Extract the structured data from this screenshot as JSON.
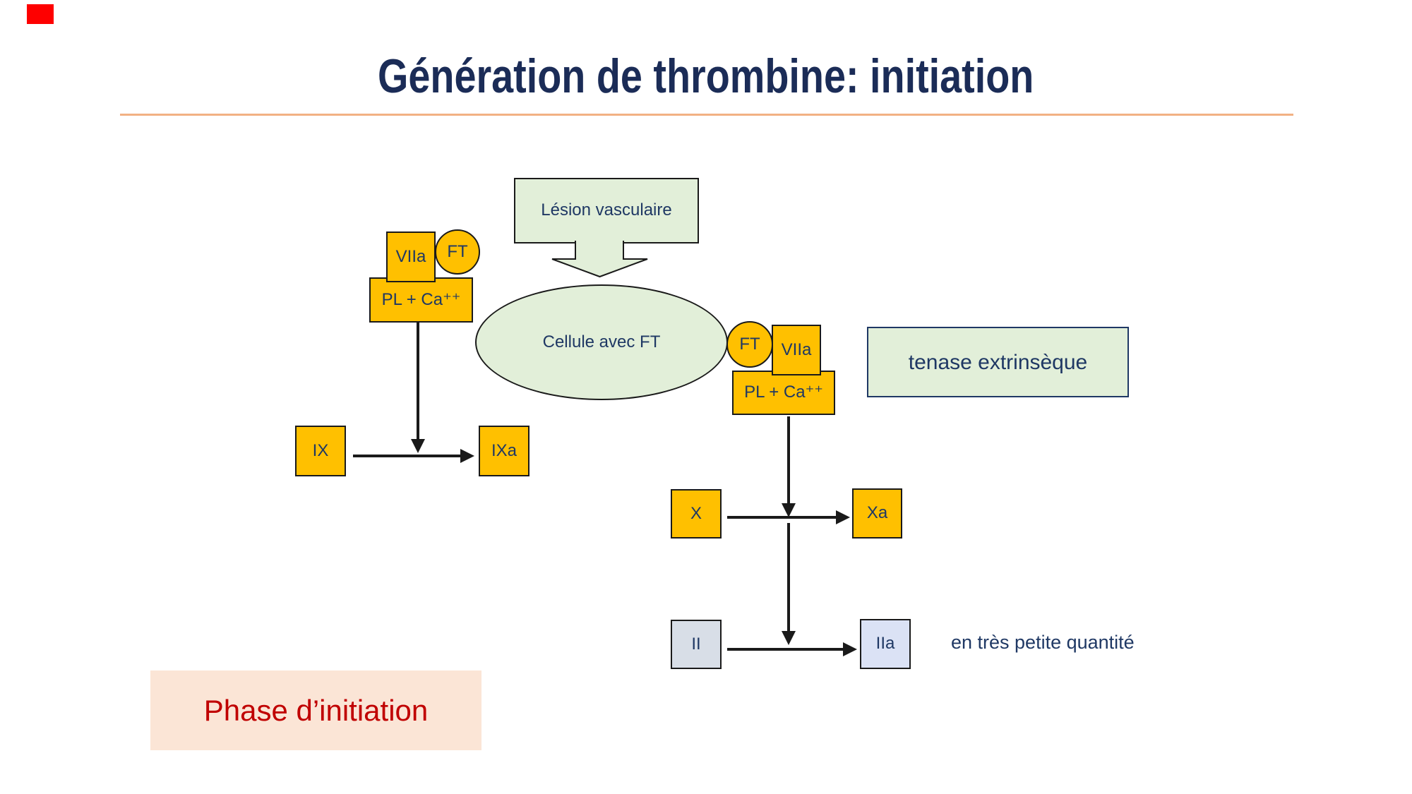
{
  "slide": {
    "title": "Génération de thrombine: initiation",
    "phase_label": "Phase d’initiation",
    "note": "en très petite quantité"
  },
  "diagram": {
    "lesion_label": "Lésion vasculaire",
    "cell_label": "Cellule avec FT",
    "tenase_label": "tenase extrinsèque",
    "left_complex": {
      "viia": "VIIa",
      "ft": "FT",
      "pl_ca": "PL + Ca⁺⁺"
    },
    "right_complex": {
      "ft": "FT",
      "viia": "VIIa",
      "pl_ca": "PL + Ca⁺⁺"
    },
    "factors": {
      "ix": "IX",
      "ixa": "IXa",
      "x": "X",
      "xa": "Xa",
      "ii": "II",
      "iia": "IIa"
    }
  },
  "colors": {
    "title_navy": "#1b2c57",
    "label_navy": "#1f3864",
    "orange_fill": "#ffc000",
    "light_green_fill": "#e2efd9",
    "tenase_border_navy": "#1f3864",
    "ii_fill": "#d8dee7",
    "iia_fill": "#dbe2f5",
    "phase_fill": "#fbe5d6",
    "phase_text_red": "#c00000",
    "title_rule_peach": "#f2b183",
    "corner_mark_red": "#fe0000",
    "arrow_black": "#1a1a1a"
  }
}
